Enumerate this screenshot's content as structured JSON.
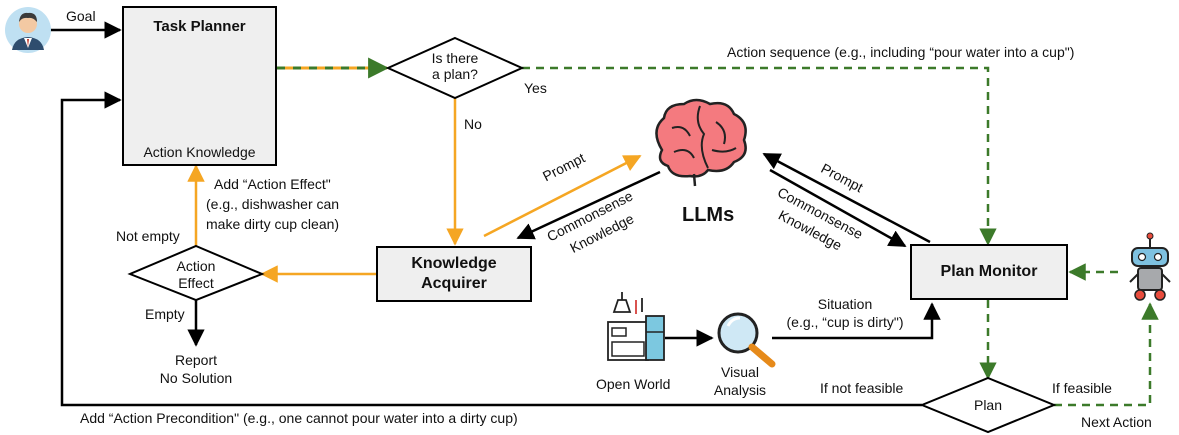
{
  "colors": {
    "orange": "#f5a623",
    "green": "#3c7a2a",
    "black": "#000000",
    "box_fill": "#efefef"
  },
  "labels": {
    "goal": "Goal",
    "task_planner_title": "Task Planner",
    "action_knowledge": "Action Knowledge",
    "is_there_a_plan": [
      "Is there",
      "a plan?"
    ],
    "yes": "Yes",
    "no": "No",
    "action_sequence": "Action sequence (e.g., including “pour water into a cup\")",
    "llms": "LLMs",
    "prompt_left": "Prompt",
    "prompt_right": "Prompt",
    "commonsense_left": [
      "Commonsense",
      "Knowledge"
    ],
    "commonsense_right": [
      "Commonsense",
      "Knowledge"
    ],
    "add_action_effect": [
      "Add  “Action Effect\"",
      "(e.g., dishwasher can",
      "make dirty cup clean)"
    ],
    "not_empty": "Not empty",
    "action_effect": [
      "Action",
      "Effect"
    ],
    "knowledge_acquirer": [
      "Knowledge",
      "Acquirer"
    ],
    "empty": "Empty",
    "report_no_solution": [
      "Report",
      "No Solution"
    ],
    "plan_monitor": "Plan  Monitor",
    "situation": [
      "Situation",
      "(e.g., “cup is dirty\")"
    ],
    "open_world": "Open World",
    "visual_analysis": [
      "Visual",
      "Analysis"
    ],
    "if_not_feasible": "If not feasible",
    "if_feasible": "If feasible",
    "plan": "Plan",
    "next_action": "Next Action",
    "add_action_precondition": "Add “Action Precondition\" (e.g., one cannot pour water into a dirty cup)"
  },
  "icons": [
    "user-avatar-icon",
    "brain-icon",
    "llm-brain-icon",
    "kitchen-icon",
    "magnifier-icon",
    "robot-icon"
  ]
}
